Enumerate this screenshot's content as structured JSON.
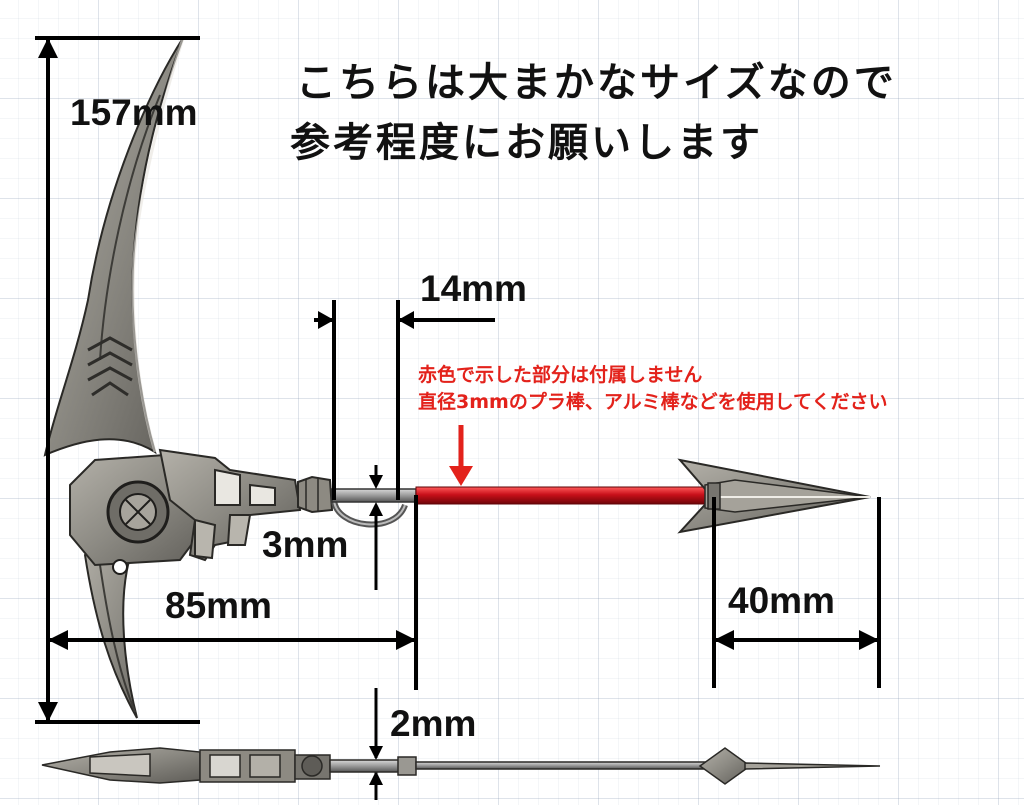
{
  "title": {
    "line1": "こちらは大まかなサイズなので",
    "line2": "参考程度にお願いします"
  },
  "dimensions": {
    "height": "157mm",
    "width_85": "85mm",
    "length_14": "14mm",
    "diameter_3": "3mm",
    "tip_40": "40mm",
    "thickness_2": "2mm"
  },
  "note": {
    "line1": "赤色で示した部分は付属しません",
    "line2": "直径3mmのプラ棒、アルミ棒などを使用してください"
  },
  "colors": {
    "rod": "#c8101a",
    "note": "#e3221b",
    "metal": "#8d8a82",
    "line": "#000000"
  }
}
